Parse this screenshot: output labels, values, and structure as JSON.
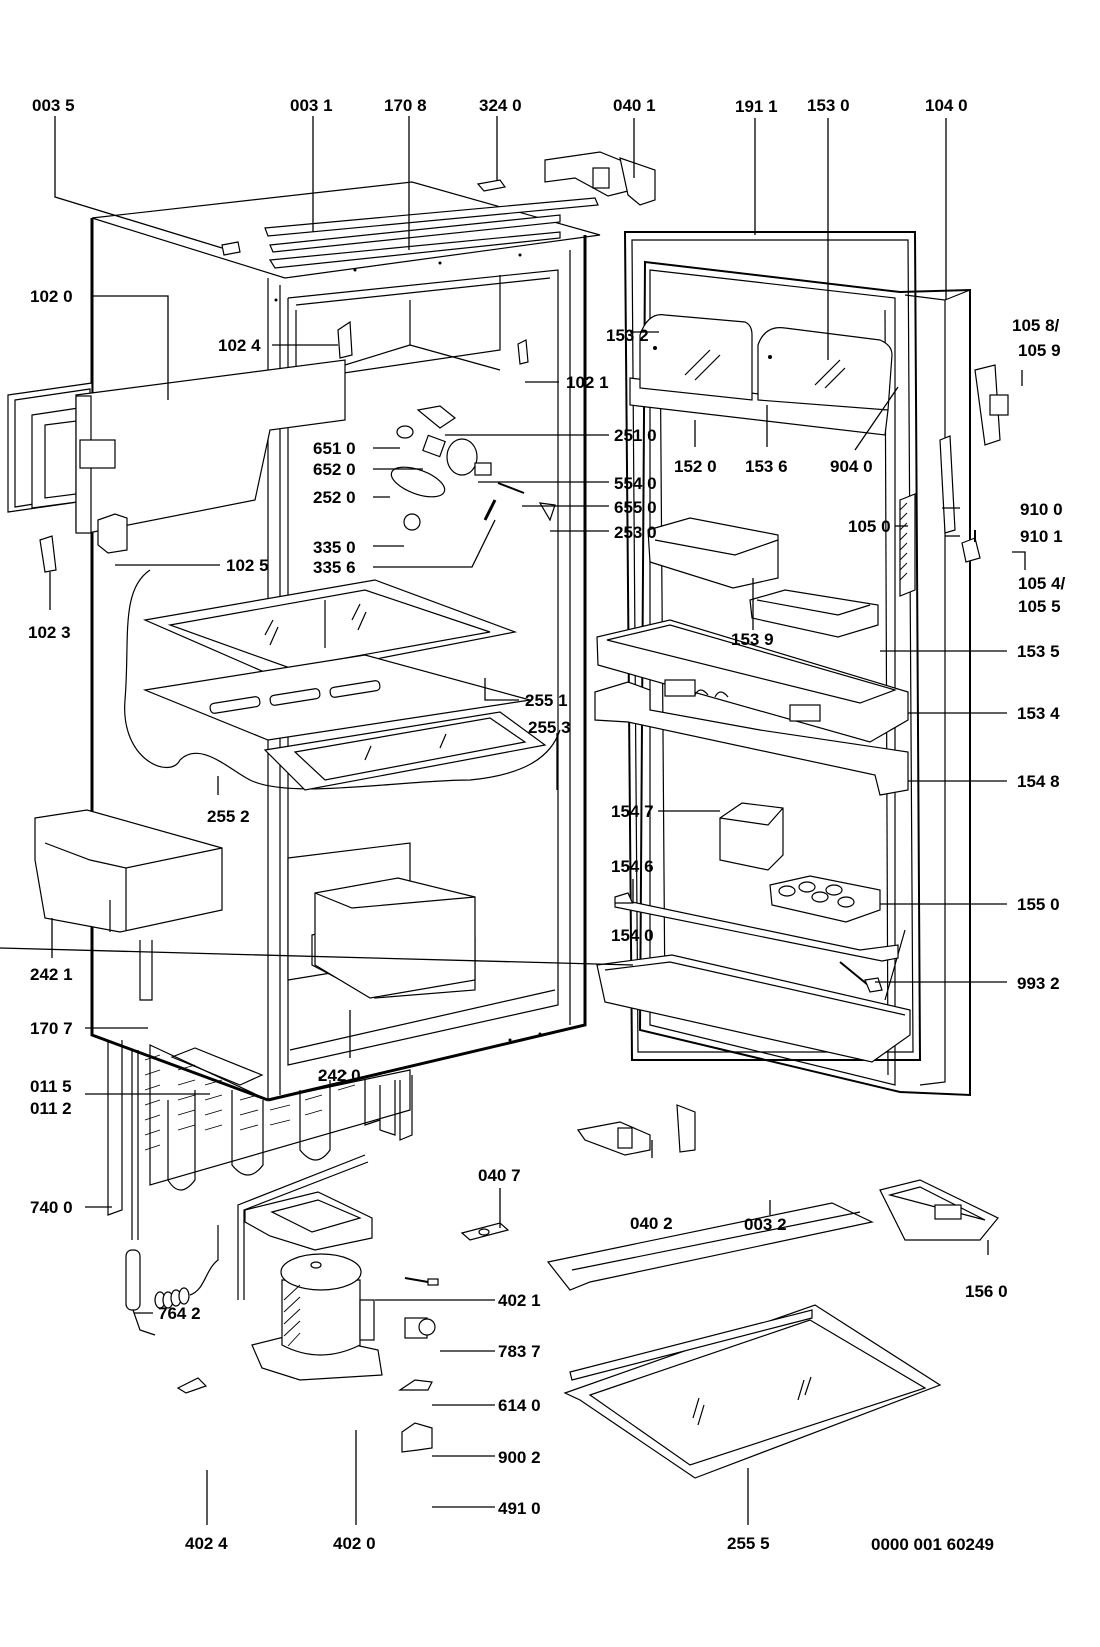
{
  "diagram": {
    "title": "Refrigerator exploded parts diagram",
    "document_number": "0000 001 60249",
    "colors": {
      "ink": "#000000",
      "paper": "#ffffff"
    }
  },
  "labels": {
    "p0035": "003 5",
    "p0031": "003 1",
    "p1708": "170 8",
    "p3240": "324 0",
    "p0401": "040 1",
    "p1911": "191 1",
    "p1530": "153 0",
    "p1040": "104 0",
    "p1020": "102 0",
    "p1024": "102 4",
    "p1021": "102 1",
    "p1532": "153 2",
    "p1058": "105 8/",
    "p1059": "105 9",
    "p2510": "251 0",
    "p6510": "651 0",
    "p6520": "652 0",
    "p5540": "554 0",
    "p2520": "252 0",
    "p6550": "655 0",
    "p2530": "253 0",
    "p3350": "335 0",
    "p3356": "335 6",
    "p1025": "102 5",
    "p1023": "102 3",
    "p1520": "152 0",
    "p1536": "153 6",
    "p9040": "904 0",
    "p1050": "105 0",
    "p9100": "910 0",
    "p9101": "910 1",
    "p1054": "105 4/",
    "p1055": "105 5",
    "p1539": "153 9",
    "p1535": "153 5",
    "p1534": "153 4",
    "p2551": "255 1",
    "p2553": "255 3",
    "p2552": "255 2",
    "p1548": "154 8",
    "p1547": "154 7",
    "p1546": "154 6",
    "p1550": "155 0",
    "p1540": "154 0",
    "p9932": "993 2",
    "p2421": "242 1",
    "p2420": "242 0",
    "p1707": "170 7",
    "p0115": "011 5",
    "p0112": "011 2",
    "p7400": "740 0",
    "p0407": "040 7",
    "p0402": "040 2",
    "p0032": "003 2",
    "p1560": "156 0",
    "p7642": "764 2",
    "p4021": "402 1",
    "p7837": "783 7",
    "p6140": "614 0",
    "p9002": "900 2",
    "p4910": "491 0",
    "p4024": "402 4",
    "p4020": "402 0",
    "p2555": "255 5"
  }
}
